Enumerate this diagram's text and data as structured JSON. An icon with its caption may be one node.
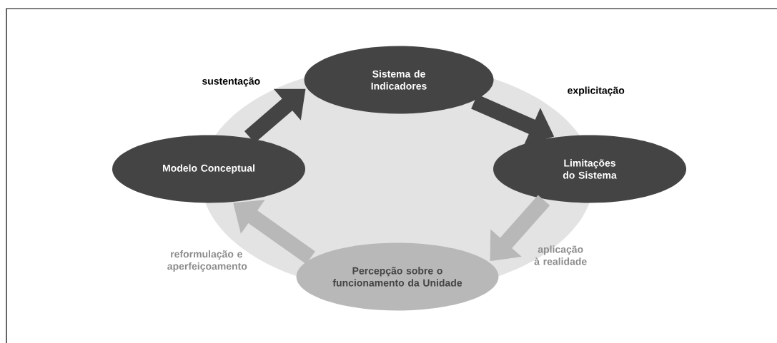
{
  "diagram": {
    "nodes": [
      {
        "text": [
          "Sistema de Indicadores"
        ]
      },
      {
        "text": [
          "Modelo Conceptual"
        ]
      },
      {
        "text": [
          "Limitações do Sistema"
        ]
      },
      {
        "text": [
          "Percepção sobre o funcionamento da Unidade"
        ]
      }
    ],
    "edges": [
      {
        "from": 1,
        "to": 0,
        "arrow": "to",
        "label": "sustentação",
        "color": "#444444"
      },
      {
        "from": 0,
        "to": 2,
        "arrow": "to",
        "label": "explicitação",
        "color": "#444444"
      },
      {
        "from": 2,
        "to": 3,
        "arrow": "to",
        "label": "aplicação à realidade",
        "color": "#b8b8b8"
      },
      {
        "from": 3,
        "to": 1,
        "arrow": "to",
        "label": "reformulação e aperfeiçoamento",
        "color": "#b8b8b8"
      }
    ]
  }
}
